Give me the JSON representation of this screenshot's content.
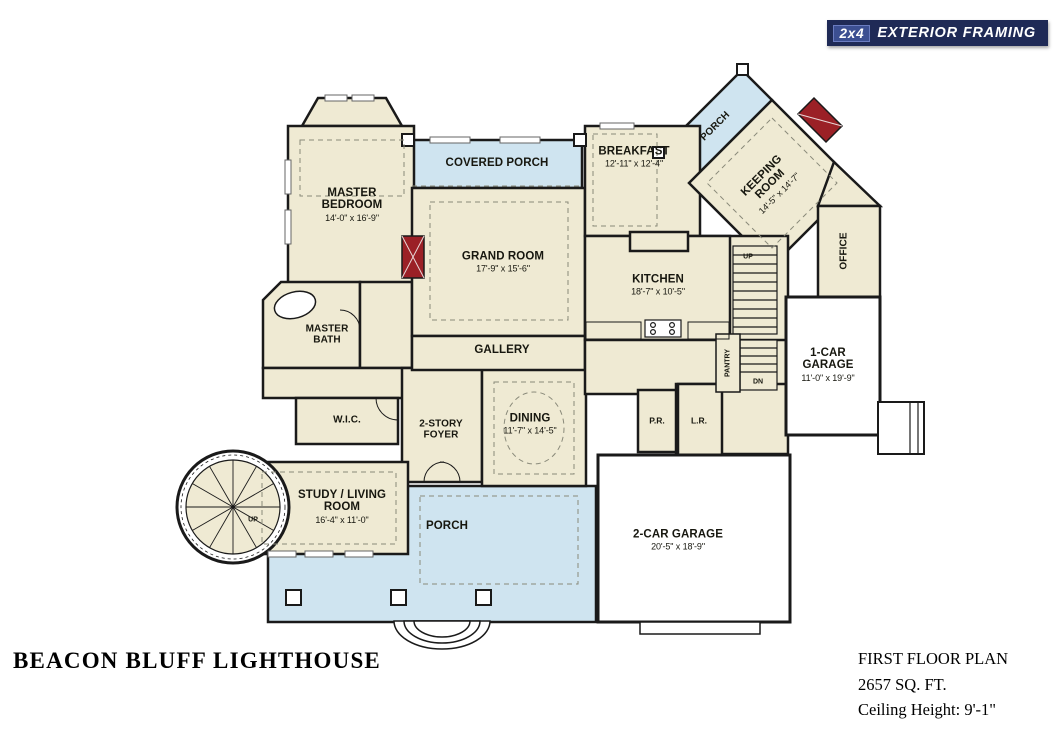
{
  "badge": {
    "prefix": "2x4",
    "label": "EXTERIOR FRAMING"
  },
  "plan_title": "BEACON BLUFF LIGHTHOUSE",
  "plan_info": {
    "line1": "FIRST FLOOR PLAN",
    "line2": "2657 SQ. FT.",
    "line3": "Ceiling Height: 9'-1\""
  },
  "rooms": {
    "master_bedroom": {
      "name": "MASTER BEDROOM",
      "dims": "14'-0\" x 16'-9\""
    },
    "covered_porch": {
      "name": "COVERED PORCH",
      "dims": ""
    },
    "breakfast": {
      "name": "BREAKFAST",
      "dims": "12'-11\" x 12'-4\""
    },
    "porch_top": {
      "name": "PORCH",
      "dims": ""
    },
    "keeping_room": {
      "name": "KEEPING ROOM",
      "dims": "14'-5\" x 14'-7\""
    },
    "office": {
      "name": "OFFICE",
      "dims": ""
    },
    "grand_room": {
      "name": "GRAND ROOM",
      "dims": "17'-9\" x 15'-6\""
    },
    "kitchen": {
      "name": "KITCHEN",
      "dims": "18'-7\" x 10'-5\""
    },
    "master_bath": {
      "name": "MASTER BATH",
      "dims": ""
    },
    "gallery": {
      "name": "GALLERY",
      "dims": ""
    },
    "pantry": {
      "name": "PANTRY",
      "dims": ""
    },
    "one_car_garage": {
      "name": "1-CAR GARAGE",
      "dims": "11'-0\" x 19'-9\""
    },
    "wic": {
      "name": "W.I.C.",
      "dims": ""
    },
    "foyer": {
      "name": "2-STORY FOYER",
      "dims": ""
    },
    "dining": {
      "name": "DINING",
      "dims": "11'-7\" x 14'-5\""
    },
    "powder_room": {
      "name": "P.R.",
      "dims": ""
    },
    "laundry_room": {
      "name": "L.R.",
      "dims": ""
    },
    "study": {
      "name": "STUDY / LIVING ROOM",
      "dims": "16'-4\" x 11'-0\""
    },
    "porch_bottom": {
      "name": "PORCH",
      "dims": ""
    },
    "two_car_garage": {
      "name": "2-CAR GARAGE",
      "dims": "20'-5\" x 18'-9\""
    }
  },
  "stairs": {
    "up_spiral": "UP",
    "up_back": "UP",
    "dn_back": "DN"
  },
  "colors": {
    "room_fill": "#efead3",
    "porch_fill": "#cfe4f0",
    "garage_fill": "#ffffff",
    "wall": "#1a1a1a",
    "fireplace": "#9b2026",
    "badge_bg": "#1f2a56",
    "badge_chip": "#3c4f92"
  }
}
